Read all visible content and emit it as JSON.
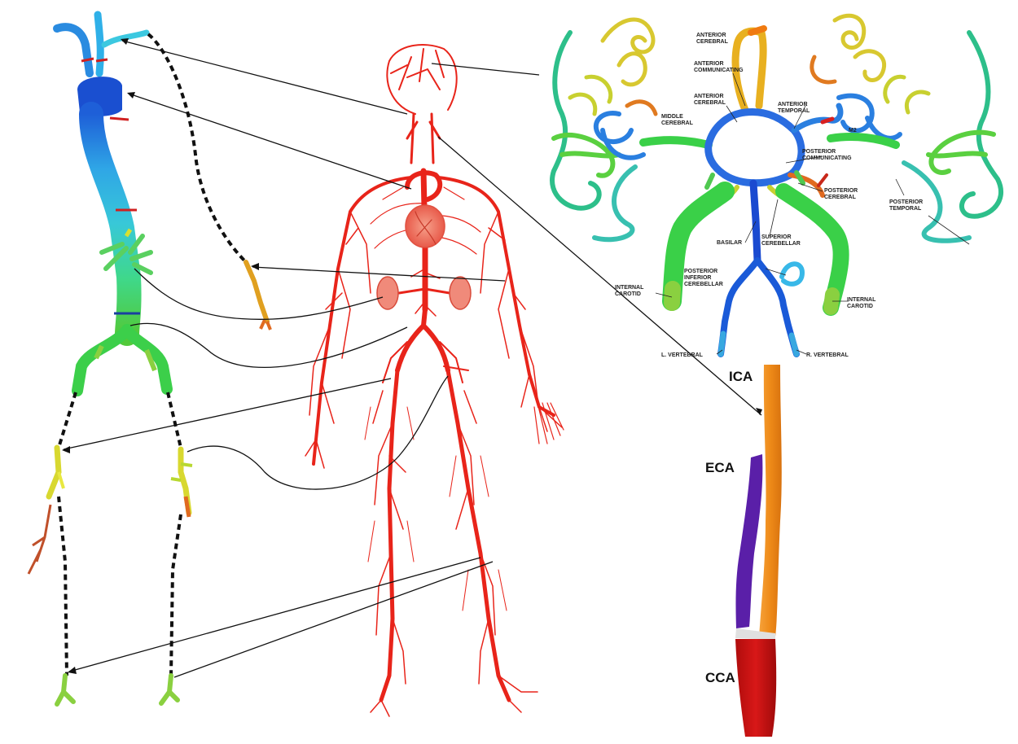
{
  "circle_of_willis": {
    "labels": {
      "anterior_cerebral_top": [
        "ANTERIOR",
        "CEREBRAL"
      ],
      "anterior_communicating": [
        "ANTERIOR",
        "COMMUNICATING"
      ],
      "anterior_cerebral": [
        "ANTERIOR",
        "CEREBRAL"
      ],
      "middle_cerebral": [
        "MIDDLE",
        "CEREBRAL"
      ],
      "anterior_temporal": [
        "ANTERIOR",
        "TEMPORAL"
      ],
      "m2": "M2",
      "posterior_communicating": [
        "POSTERIOR",
        "COMMUNICATING"
      ],
      "posterior_cerebral": [
        "POSTERIOR",
        "CEREBRAL"
      ],
      "posterior_temporal": [
        "POSTERIOR",
        "TEMPORAL"
      ],
      "basilar": "BASILAR",
      "superior_cerebellar": [
        "SUPERIOR",
        "CEREBELLAR"
      ],
      "posterior_inferior_cerebellar": [
        "POSTERIOR",
        "INFERIOR",
        "CEREBELLAR"
      ],
      "internal_carotid_left": [
        "INTERNAL",
        "CAROTID"
      ],
      "internal_carotid_right": [
        "INTERNAL",
        "CAROTID"
      ],
      "l_vertebral": "L. VERTEBRAL",
      "r_vertebral": "R. VERTEBRAL"
    }
  },
  "carotid_bifurcation": {
    "ica": "ICA",
    "eca": "ECA",
    "cca": "CCA"
  },
  "colors": {
    "arterial_tree": "#e8241a",
    "ica": "#f08a18",
    "eca": "#5a1fa8",
    "cca": "#cc1010",
    "connector": "#111111"
  }
}
